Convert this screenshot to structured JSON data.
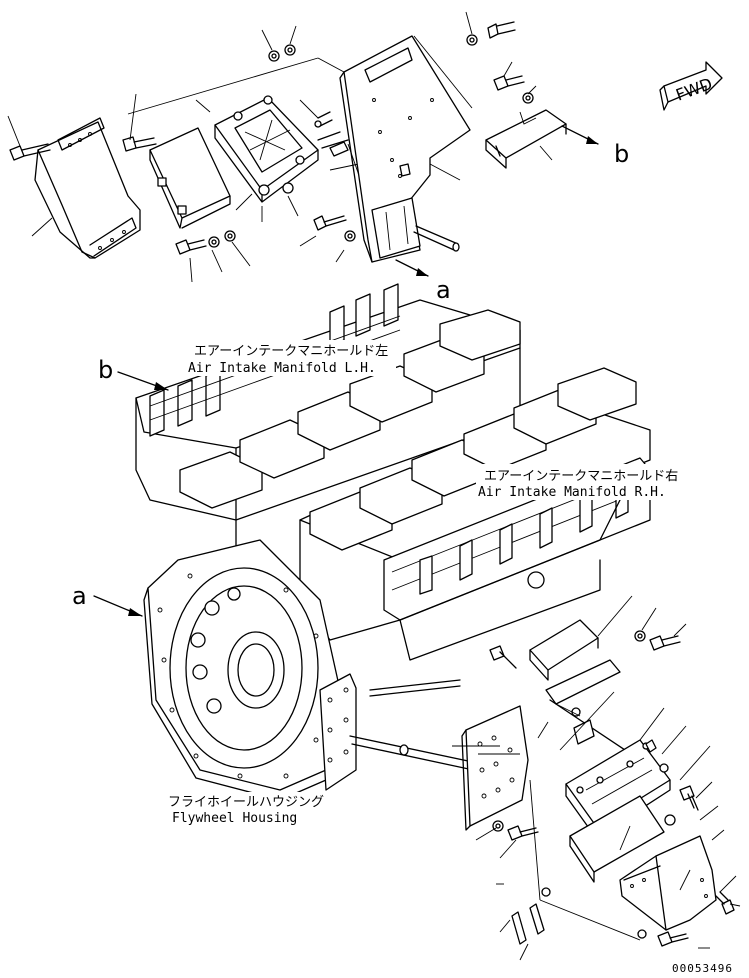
{
  "labels": {
    "air_intake_lh_jp": "エアーインテークマニホールド左",
    "air_intake_lh_en": "Air Intake Manifold L.H.",
    "air_intake_rh_jp": "エアーインテークマニホールド右",
    "air_intake_rh_en": "Air Intake Manifold R.H.",
    "flywheel_jp": "フライホイールハウジング",
    "flywheel_en": "Flywheel Housing",
    "fwd": "FWD",
    "ref_a": "a",
    "ref_b": "b",
    "drawing_code": "00053496"
  }
}
